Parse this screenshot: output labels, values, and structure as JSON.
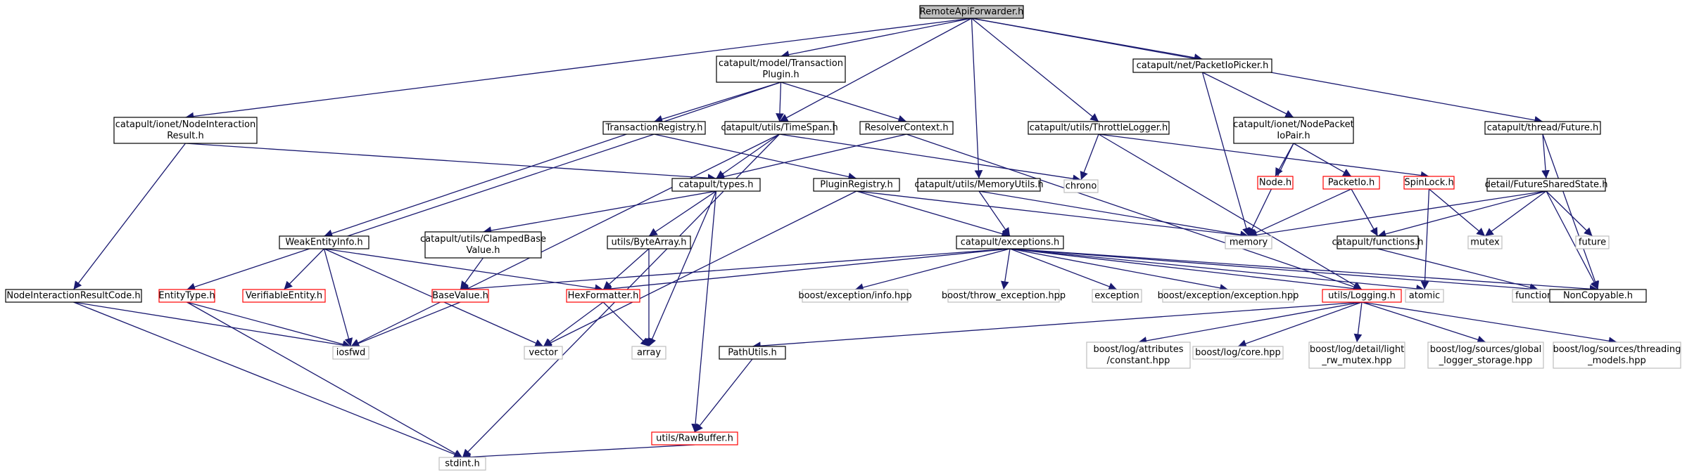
{
  "styles": {
    "root": {
      "fill": "#bfbfbf",
      "stroke": "#000000",
      "text": "#000000"
    },
    "normal": {
      "fill": "#ffffff",
      "stroke": "#000000",
      "text": "#000000"
    },
    "red": {
      "fill": "#ffffff",
      "stroke": "#ff0000",
      "text": "#000000"
    },
    "external": {
      "fill": "#ffffff",
      "stroke": "#bfbfbf",
      "text": "#000000"
    },
    "edge": "#191970"
  },
  "nodes": [
    {
      "id": "n0",
      "lines": [
        "RemoteApiForwarder.h"
      ],
      "style": "root"
    },
    {
      "id": "n1",
      "lines": [
        "catapult/model/Transaction",
        "Plugin.h"
      ],
      "style": "normal"
    },
    {
      "id": "n2",
      "lines": [
        "catapult/net/PacketIoPicker.h"
      ],
      "style": "normal"
    },
    {
      "id": "n3",
      "lines": [
        "catapult/ionet/NodeInteraction",
        "Result.h"
      ],
      "style": "normal"
    },
    {
      "id": "n4",
      "lines": [
        "TransactionRegistry.h"
      ],
      "style": "normal"
    },
    {
      "id": "n5",
      "lines": [
        "catapult/utils/TimeSpan.h"
      ],
      "style": "normal"
    },
    {
      "id": "n6",
      "lines": [
        "ResolverContext.h"
      ],
      "style": "normal"
    },
    {
      "id": "n7",
      "lines": [
        "catapult/utils/ThrottleLogger.h"
      ],
      "style": "normal"
    },
    {
      "id": "n8",
      "lines": [
        "catapult/ionet/NodePacket",
        "IoPair.h"
      ],
      "style": "normal"
    },
    {
      "id": "n9",
      "lines": [
        "catapult/thread/Future.h"
      ],
      "style": "normal"
    },
    {
      "id": "n10",
      "lines": [
        "chrono"
      ],
      "style": "external"
    },
    {
      "id": "n11",
      "lines": [
        "Node.h"
      ],
      "style": "red"
    },
    {
      "id": "n12",
      "lines": [
        "catapult/types.h"
      ],
      "style": "normal"
    },
    {
      "id": "n13",
      "lines": [
        "PluginRegistry.h"
      ],
      "style": "normal"
    },
    {
      "id": "n14",
      "lines": [
        "catapult/utils/MemoryUtils.h"
      ],
      "style": "normal"
    },
    {
      "id": "n15",
      "lines": [
        "PacketIo.h"
      ],
      "style": "red"
    },
    {
      "id": "n16",
      "lines": [
        "SpinLock.h"
      ],
      "style": "red"
    },
    {
      "id": "n17",
      "lines": [
        "detail/FutureSharedState.h"
      ],
      "style": "normal"
    },
    {
      "id": "n18",
      "lines": [
        "WeakEntityInfo.h"
      ],
      "style": "normal"
    },
    {
      "id": "n19",
      "lines": [
        "catapult/utils/ClampedBase",
        "Value.h"
      ],
      "style": "normal"
    },
    {
      "id": "n20",
      "lines": [
        "utils/ByteArray.h"
      ],
      "style": "normal"
    },
    {
      "id": "n21",
      "lines": [
        "catapult/exceptions.h"
      ],
      "style": "normal"
    },
    {
      "id": "n22",
      "lines": [
        "memory"
      ],
      "style": "external"
    },
    {
      "id": "n23",
      "lines": [
        "catapult/functions.h"
      ],
      "style": "normal"
    },
    {
      "id": "n24",
      "lines": [
        "mutex"
      ],
      "style": "external"
    },
    {
      "id": "n25",
      "lines": [
        "future"
      ],
      "style": "external"
    },
    {
      "id": "n26",
      "lines": [
        "NodeInteractionResultCode.h"
      ],
      "style": "normal"
    },
    {
      "id": "n27",
      "lines": [
        "EntityType.h"
      ],
      "style": "red"
    },
    {
      "id": "n28",
      "lines": [
        "VerifiableEntity.h"
      ],
      "style": "red"
    },
    {
      "id": "n29",
      "lines": [
        "BaseValue.h"
      ],
      "style": "red"
    },
    {
      "id": "n30",
      "lines": [
        "HexFormatter.h"
      ],
      "style": "red"
    },
    {
      "id": "n31",
      "lines": [
        "boost/exception/info.hpp"
      ],
      "style": "external"
    },
    {
      "id": "n32",
      "lines": [
        "boost/throw_exception.hpp"
      ],
      "style": "external"
    },
    {
      "id": "n33",
      "lines": [
        "exception"
      ],
      "style": "external"
    },
    {
      "id": "n34",
      "lines": [
        "boost/exception/exception.hpp"
      ],
      "style": "external"
    },
    {
      "id": "n35",
      "lines": [
        "utils/Logging.h"
      ],
      "style": "red"
    },
    {
      "id": "n36",
      "lines": [
        "atomic"
      ],
      "style": "external"
    },
    {
      "id": "n37",
      "lines": [
        "functional"
      ],
      "style": "external"
    },
    {
      "id": "n38",
      "lines": [
        "NonCopyable.h"
      ],
      "style": "normal"
    },
    {
      "id": "n39",
      "lines": [
        "iosfwd"
      ],
      "style": "external"
    },
    {
      "id": "n40",
      "lines": [
        "vector"
      ],
      "style": "external"
    },
    {
      "id": "n41",
      "lines": [
        "array"
      ],
      "style": "external"
    },
    {
      "id": "n42",
      "lines": [
        "PathUtils.h"
      ],
      "style": "normal"
    },
    {
      "id": "n43",
      "lines": [
        "boost/log/attributes",
        "/constant.hpp"
      ],
      "style": "external"
    },
    {
      "id": "n44",
      "lines": [
        "boost/log/core.hpp"
      ],
      "style": "external"
    },
    {
      "id": "n45",
      "lines": [
        "boost/log/detail/light",
        "_rw_mutex.hpp"
      ],
      "style": "external"
    },
    {
      "id": "n46",
      "lines": [
        "boost/log/sources/global",
        "_logger_storage.hpp"
      ],
      "style": "external"
    },
    {
      "id": "n47",
      "lines": [
        "boost/log/sources/threading",
        "_models.hpp"
      ],
      "style": "external"
    },
    {
      "id": "n48",
      "lines": [
        "utils/RawBuffer.h"
      ],
      "style": "red"
    },
    {
      "id": "n49",
      "lines": [
        "stdint.h"
      ],
      "style": "external"
    }
  ],
  "edges": [
    [
      "n0",
      "n1"
    ],
    [
      "n0",
      "n2"
    ],
    [
      "n0",
      "n3"
    ],
    [
      "n0",
      "n5"
    ],
    [
      "n0",
      "n7"
    ],
    [
      "n0",
      "n9"
    ],
    [
      "n0",
      "n14"
    ],
    [
      "n1",
      "n4"
    ],
    [
      "n1",
      "n5"
    ],
    [
      "n1",
      "n6"
    ],
    [
      "n1",
      "n18"
    ],
    [
      "n2",
      "n8"
    ],
    [
      "n2",
      "n22"
    ],
    [
      "n3",
      "n12"
    ],
    [
      "n3",
      "n26"
    ],
    [
      "n4",
      "n27"
    ],
    [
      "n4",
      "n13"
    ],
    [
      "n5",
      "n12"
    ],
    [
      "n5",
      "n10"
    ],
    [
      "n5",
      "n39"
    ],
    [
      "n5",
      "n49"
    ],
    [
      "n6",
      "n12"
    ],
    [
      "n6",
      "n35"
    ],
    [
      "n7",
      "n10"
    ],
    [
      "n7",
      "n35"
    ],
    [
      "n7",
      "n16"
    ],
    [
      "n8",
      "n11"
    ],
    [
      "n8",
      "n15"
    ],
    [
      "n8",
      "n22"
    ],
    [
      "n9",
      "n17"
    ],
    [
      "n9",
      "n38"
    ],
    [
      "n12",
      "n19"
    ],
    [
      "n12",
      "n20"
    ],
    [
      "n12",
      "n41"
    ],
    [
      "n12",
      "n48"
    ],
    [
      "n13",
      "n21"
    ],
    [
      "n13",
      "n22"
    ],
    [
      "n13",
      "n40"
    ],
    [
      "n14",
      "n21"
    ],
    [
      "n14",
      "n22"
    ],
    [
      "n15",
      "n22"
    ],
    [
      "n15",
      "n23"
    ],
    [
      "n16",
      "n24"
    ],
    [
      "n16",
      "n36"
    ],
    [
      "n17",
      "n22"
    ],
    [
      "n17",
      "n23"
    ],
    [
      "n17",
      "n24"
    ],
    [
      "n17",
      "n25"
    ],
    [
      "n17",
      "n38"
    ],
    [
      "n18",
      "n28"
    ],
    [
      "n18",
      "n30"
    ],
    [
      "n18",
      "n39"
    ],
    [
      "n18",
      "n40"
    ],
    [
      "n19",
      "n29"
    ],
    [
      "n20",
      "n30"
    ],
    [
      "n20",
      "n41"
    ],
    [
      "n21",
      "n29"
    ],
    [
      "n21",
      "n30"
    ],
    [
      "n21",
      "n31"
    ],
    [
      "n21",
      "n32"
    ],
    [
      "n21",
      "n33"
    ],
    [
      "n21",
      "n34"
    ],
    [
      "n21",
      "n35"
    ],
    [
      "n21",
      "n36"
    ],
    [
      "n21",
      "n37"
    ],
    [
      "n21",
      "n38"
    ],
    [
      "n23",
      "n37"
    ],
    [
      "n26",
      "n39"
    ],
    [
      "n26",
      "n49"
    ],
    [
      "n27",
      "n39"
    ],
    [
      "n27",
      "n49"
    ],
    [
      "n29",
      "n39"
    ],
    [
      "n30",
      "n40"
    ],
    [
      "n30",
      "n41"
    ],
    [
      "n35",
      "n42"
    ],
    [
      "n35",
      "n43"
    ],
    [
      "n35",
      "n44"
    ],
    [
      "n35",
      "n45"
    ],
    [
      "n35",
      "n46"
    ],
    [
      "n35",
      "n47"
    ],
    [
      "n42",
      "n48"
    ],
    [
      "n48",
      "n49"
    ]
  ]
}
